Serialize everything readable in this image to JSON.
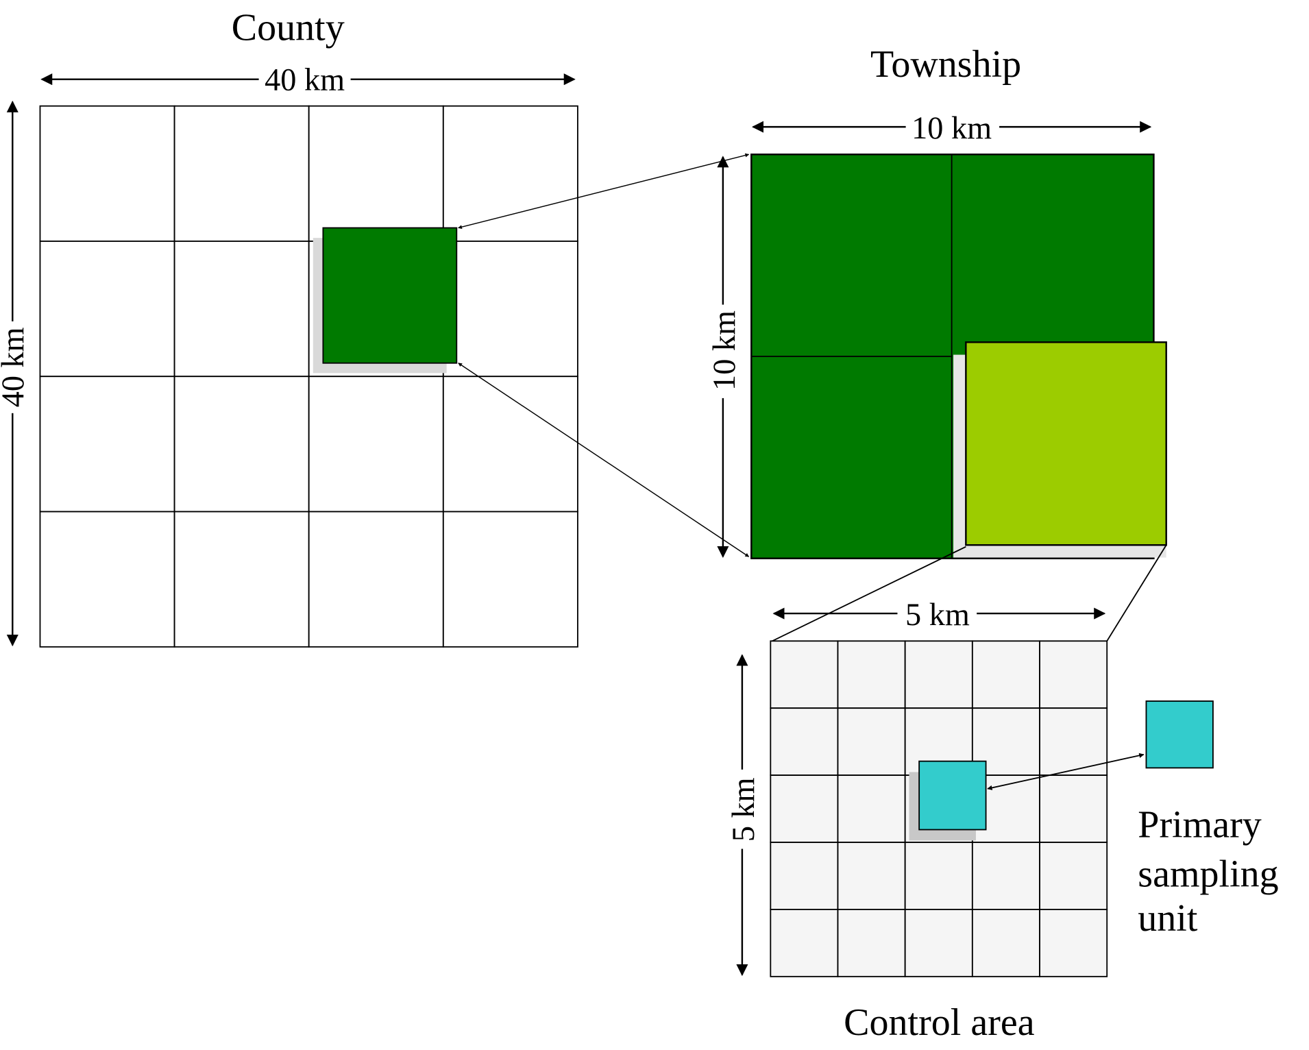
{
  "county": {
    "title": "County",
    "width_label": "40 km",
    "height_label": "40 km"
  },
  "township": {
    "title": "Township",
    "width_label": "10 km",
    "height_label": "10 km"
  },
  "control_area": {
    "title": "Control area",
    "width_label": "5 km",
    "height_label": "5 km"
  },
  "psu": {
    "line1": "Primary",
    "line2": "sampling",
    "line3": "unit"
  },
  "colors": {
    "dark_green": "#007a00",
    "light_green": "#9ccc00",
    "cyan": "#33cccc",
    "cell_grey": "#f5f5f5",
    "shadow": "#d9d9d9"
  }
}
